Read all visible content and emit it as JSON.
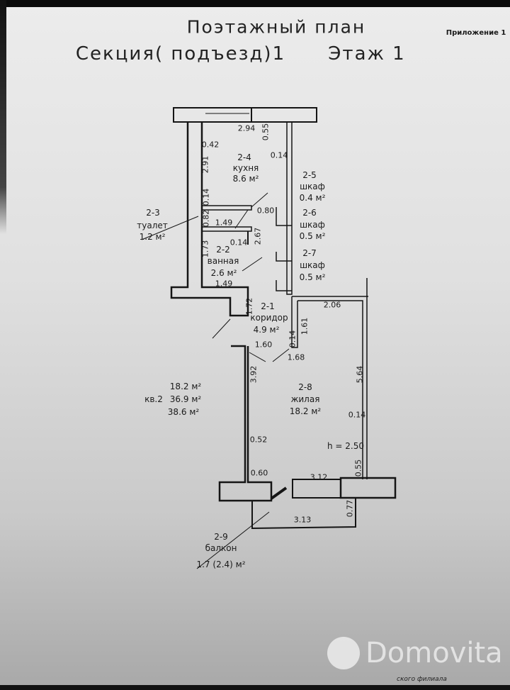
{
  "header": {
    "title": "Поэтажный план",
    "appendix": "Приложение 1",
    "section": "Секция( подъезд)1",
    "floor": "Этаж 1"
  },
  "rooms": [
    {
      "id": "2-4",
      "name": "кухня",
      "area": "8.6 м²"
    },
    {
      "id": "2-5",
      "name": "шкаф",
      "area": "0.4 м²"
    },
    {
      "id": "2-6",
      "name": "шкаф",
      "area": "0.5 м²"
    },
    {
      "id": "2-7",
      "name": "шкаф",
      "area": "0.5 м²"
    },
    {
      "id": "2-3",
      "name": "туалет",
      "area": "1.2 м²"
    },
    {
      "id": "2-2",
      "name": "ванная",
      "area": "2.6 м²"
    },
    {
      "id": "2-1",
      "name": "коридор",
      "area": "4.9 м²"
    },
    {
      "id": "2-8",
      "name": "жилая",
      "area": "18.2 м²"
    },
    {
      "id": "2-9",
      "name": "балкон",
      "area": "1.7 (2.4) м²"
    }
  ],
  "apartment": {
    "label": "кв.2",
    "living": "18.2 м²",
    "total": "36.9 м²",
    "total_with_balcony": "38.6 м²"
  },
  "height": "h = 2.50",
  "dimensions": [
    "2.94",
    "0.55",
    "0.42",
    "0.14",
    "2.91",
    "0.14",
    "0.82",
    "1.49",
    "0.80",
    "0.14",
    "2.67",
    "1.73",
    "1.49",
    "1.72",
    "1.61",
    "0.14",
    "1.60",
    "1.68",
    "2.06",
    "3.92",
    "5.64",
    "0.14",
    "0.52",
    "0.60",
    "3.12",
    "0.55",
    "0.77",
    "3.13"
  ],
  "watermark": "Domovita",
  "footer_fragment": "ского филиала"
}
